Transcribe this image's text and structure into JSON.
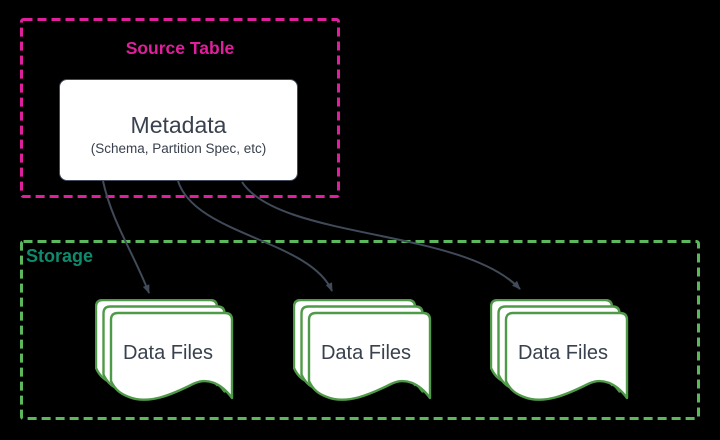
{
  "colors": {
    "background": "#000000",
    "source_border": "#df1f9c",
    "source_label": "#df1f9c",
    "storage_border": "#5cb85c",
    "storage_label": "#0e8a6d",
    "node_border": "#424c5b",
    "node_fill": "#ffffff",
    "text": "#39414e",
    "arrow": "#404a59",
    "document_border": "#4f9a48"
  },
  "diagram": {
    "source_table": {
      "label": "Source Table",
      "metadata": {
        "title": "Metadata",
        "subtitle": "(Schema, Partition Spec, etc)"
      }
    },
    "storage": {
      "label": "Storage",
      "data_files": [
        {
          "label": "Data Files"
        },
        {
          "label": "Data Files"
        },
        {
          "label": "Data Files"
        }
      ]
    },
    "arrows": [
      {
        "from": "metadata",
        "to": "data-files-1"
      },
      {
        "from": "metadata",
        "to": "data-files-2"
      },
      {
        "from": "metadata",
        "to": "data-files-3"
      }
    ]
  }
}
